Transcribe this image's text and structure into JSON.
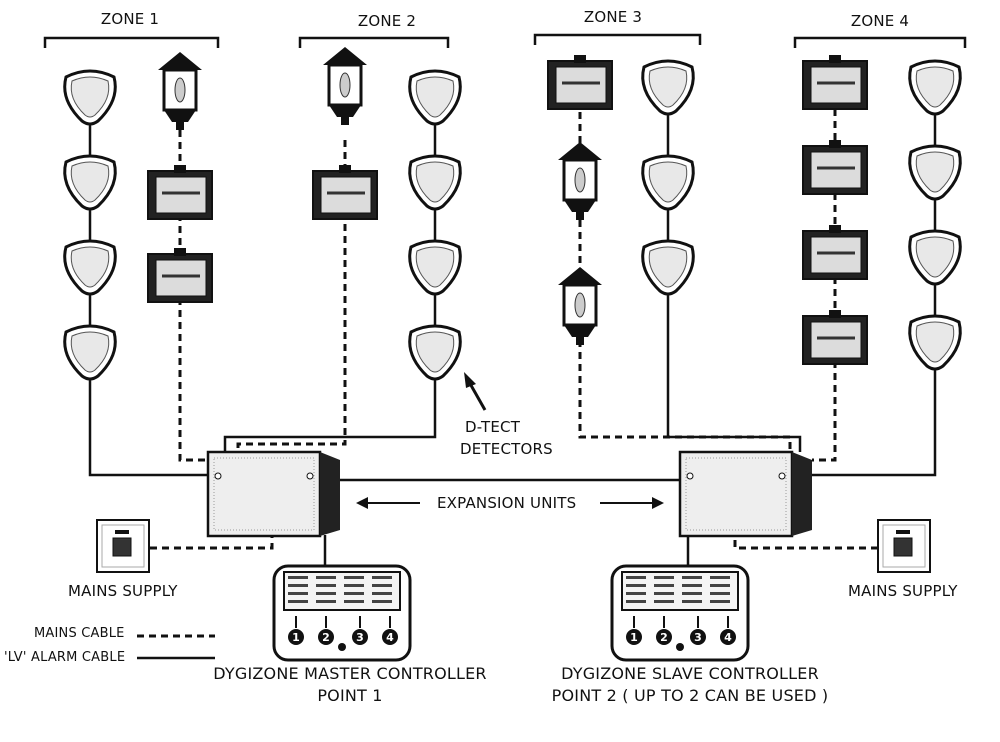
{
  "zones": [
    "ZONE 1",
    "ZONE 2",
    "ZONE 3",
    "ZONE 4"
  ],
  "detector_label": [
    "D-TECT",
    "DETECTORS"
  ],
  "expansion_label": "EXPANSION UNITS",
  "mains_supply_left": "MAINS SUPPLY",
  "mains_supply_right": "MAINS SUPPLY",
  "legend": {
    "mains_cable": "MAINS CABLE",
    "lv_cable": "'LV' ALARM CABLE",
    "mains_style": "dashed",
    "lv_style": "solid"
  },
  "master": {
    "line1": "DYGIZONE MASTER CONTROLLER",
    "line2": "POINT 1"
  },
  "slave": {
    "line1": "DYGIZONE SLAVE CONTROLLER",
    "line2": "POINT 2 ( UP TO 2 CAN BE USED )"
  },
  "controller_buttons": [
    "1",
    "2",
    "3",
    "4"
  ],
  "icons": [
    "detector-icon",
    "floodlight-icon",
    "lantern-icon",
    "wall-switch-icon",
    "expansion-unit-icon",
    "controller-icon",
    "arrow-icon"
  ]
}
